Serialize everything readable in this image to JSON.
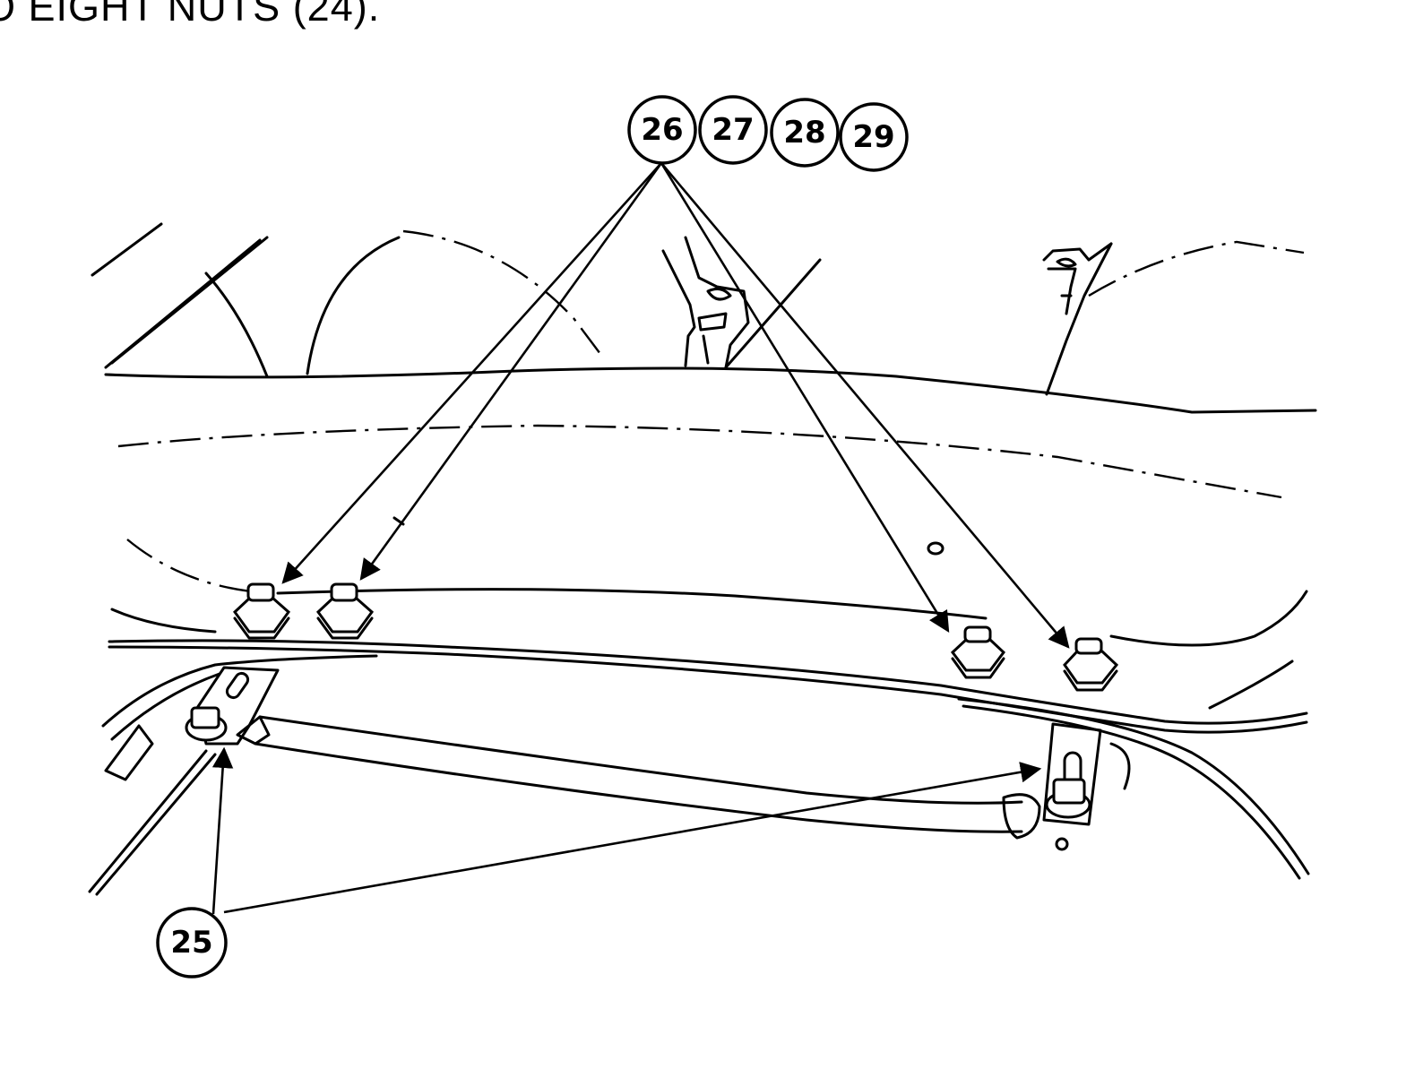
{
  "header": {
    "instruction_fragment": "O EIGHT NUTS (24)."
  },
  "callouts": {
    "top_group": [
      "26",
      "27",
      "28",
      "29"
    ],
    "bottom": "25"
  }
}
